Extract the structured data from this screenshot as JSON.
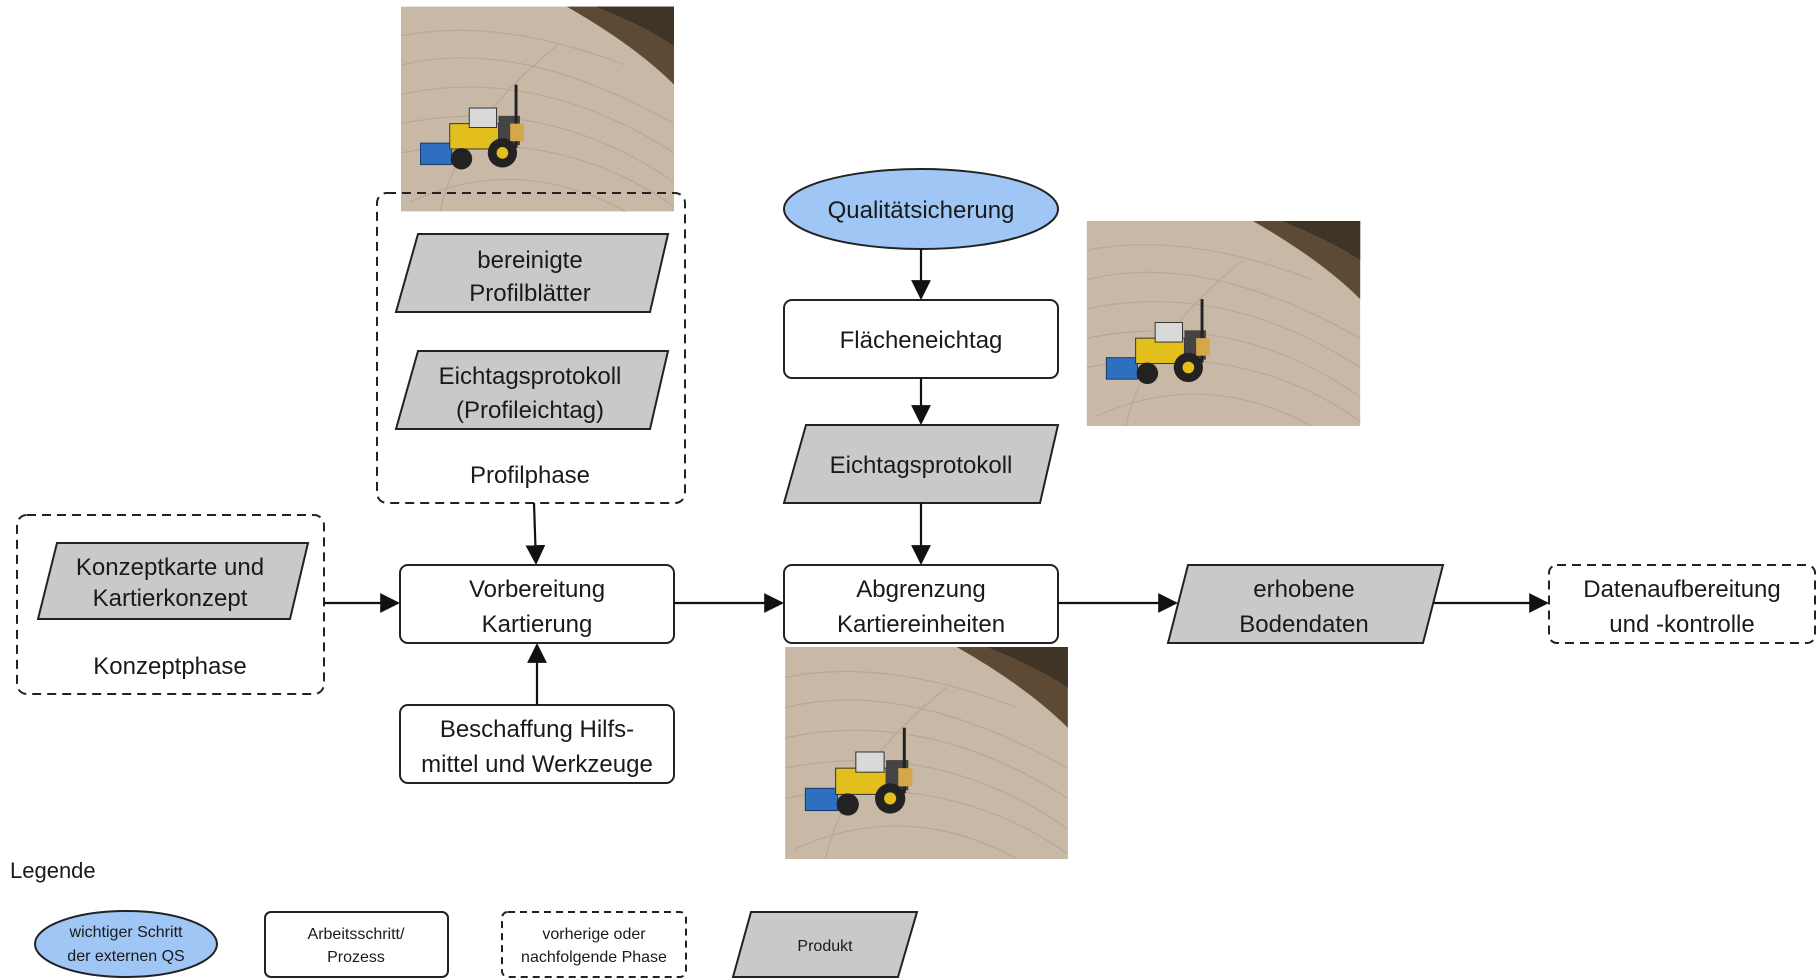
{
  "colors": {
    "quality_ellipse": "#9fc6f4",
    "product_gray": "#c9c9c9",
    "stroke": "#222222",
    "photo_sand": "#c8b8a6"
  },
  "concept_phase": {
    "product": [
      "Konzeptkarte und",
      "Kartierkonzept"
    ],
    "label": "Konzeptphase"
  },
  "profile_phase": {
    "product_1": [
      "bereinigte",
      "Profilblätter"
    ],
    "product_2": [
      "Eichtagsprotokoll",
      "(Profileichtag)"
    ],
    "label": "Profilphase"
  },
  "process": {
    "vorbereitung": [
      "Vorbereitung",
      "Kartierung"
    ],
    "beschaffung": [
      "Beschaffung Hilfs-",
      "mittel und Werkzeuge"
    ],
    "qualitaet": "Qualitätsicherung",
    "flaecheneichtag": "Flächeneichtag",
    "eichtagsprotokoll": "Eichtagsprotokoll",
    "abgrenzung": [
      "Abgrenzung",
      "Kartiereinheiten"
    ],
    "bodendaten": [
      "erhobene",
      "Bodendaten"
    ],
    "datenaufbereitung": [
      "Datenaufbereitung",
      "und -kontrolle"
    ]
  },
  "legend": {
    "title": "Legende",
    "ellipse": [
      "wichtiger Schritt",
      "der externen QS"
    ],
    "process": [
      "Arbeitsschritt/",
      "Prozess"
    ],
    "phase": [
      "vorherige oder",
      "nachfolgende Phase"
    ],
    "product": "Produkt"
  },
  "photos": [
    "tractor-photo",
    "tractor-photo",
    "tractor-photo"
  ]
}
